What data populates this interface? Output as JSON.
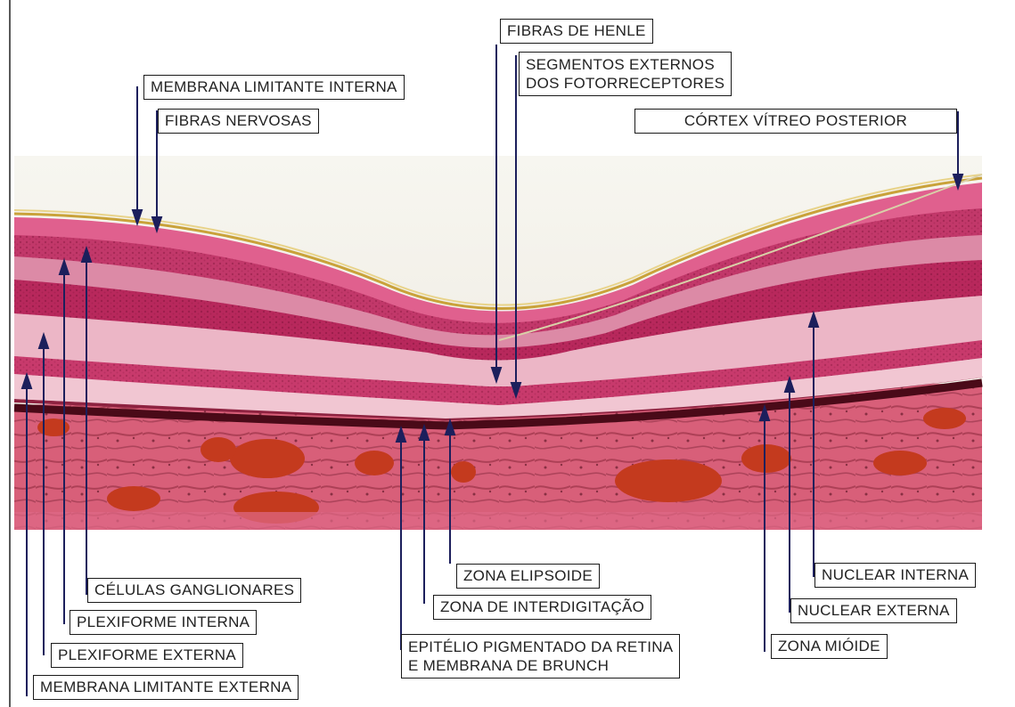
{
  "labels": {
    "fibras_henle": "FIBRAS DE HENLE",
    "segmentos_l1": "SEGMENTOS EXTERNOS",
    "segmentos_l2": "DOS FOTORRECEPTORES",
    "membrana_lim_interna": "MEMBRANA LIMITANTE INTERNA",
    "fibras_nervosas": "FIBRAS NERVOSAS",
    "cortex_vitreo": "CÓRTEX VÍTREO POSTERIOR",
    "zona_elipsoide": "ZONA ELIPSOIDE",
    "zona_interdigitacao": "ZONA DE INTERDIGITAÇÃO",
    "epitelio_l1": "EPITÉLIO PIGMENTADO DA RETINA",
    "epitelio_l2": "E MEMBRANA DE BRUNCH",
    "nuclear_interna": "NUCLEAR INTERNA",
    "nuclear_externa": "NUCLEAR EXTERNA",
    "zona_mioide": "ZONA MIÓIDE",
    "celulas_ganglionares": "CÉLULAS GANGLIONARES",
    "plexiforme_interna": "PLEXIFORME INTERNA",
    "plexiforme_externa": "PLEXIFORME EXTERNA",
    "membrana_lim_externa": "MEMBRANA LIMITANTE EXTERNA"
  },
  "colors": {
    "arrow": "#1c1f5c",
    "vitreous": "#f4f2ea",
    "nerve_fiber_layer": "#e05a8a",
    "nuclear_layers": "#b82a5e",
    "plexiform_layers": "#e6a0b8",
    "rpe": "#5a1020",
    "choroid": "#c84a5e"
  }
}
